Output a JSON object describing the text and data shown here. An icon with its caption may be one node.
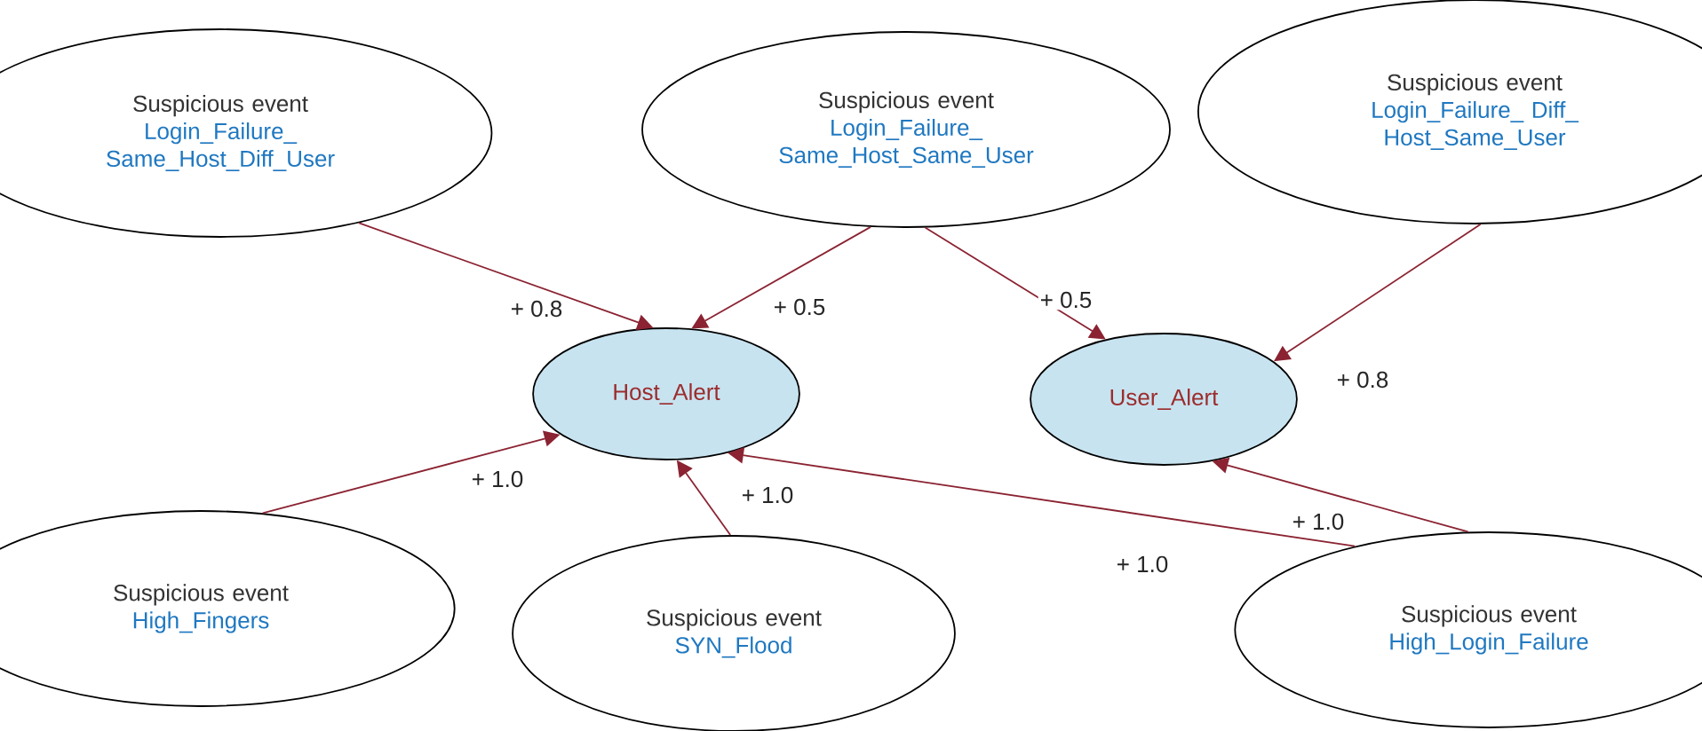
{
  "diagram": {
    "nodes": [
      {
        "text": [
          "Suspicious event",
          "Login_Failure_ Same_Host_Diff_User"
        ]
      },
      {
        "text": [
          "Suspicious event",
          "Login_Failure_ Same_Host_Same_User"
        ]
      },
      {
        "text": [
          "Suspicious event",
          "Login_Failure_ Diff_ Host_Same_User"
        ]
      },
      {
        "text": [
          "Host_Alert"
        ]
      },
      {
        "text": [
          "User_Alert"
        ]
      },
      {
        "text": [
          "Suspicious event",
          "High_Fingers"
        ]
      },
      {
        "text": [
          "Suspicious event",
          "SYN_Flood"
        ]
      },
      {
        "text": [
          "Suspicious event",
          "High_Login_Failure"
        ]
      }
    ],
    "edges": [
      {
        "from": 0,
        "to": 3,
        "arrow": "to",
        "label": "+ 0.8"
      },
      {
        "from": 1,
        "to": 3,
        "arrow": "to",
        "label": "+ 0.5"
      },
      {
        "from": 1,
        "to": 4,
        "arrow": "to",
        "label": "+ 0.5"
      },
      {
        "from": 2,
        "to": 4,
        "arrow": "to",
        "label": "+ 0.8"
      },
      {
        "from": 5,
        "to": 3,
        "arrow": "to",
        "label": "+ 1.0"
      },
      {
        "from": 6,
        "to": 3,
        "arrow": "to",
        "label": "+ 1.0"
      },
      {
        "from": 7,
        "to": 4,
        "arrow": "to",
        "label": "+ 1.0"
      },
      {
        "from": 7,
        "to": 3,
        "arrow": "to",
        "label": "+ 1.0"
      }
    ]
  }
}
